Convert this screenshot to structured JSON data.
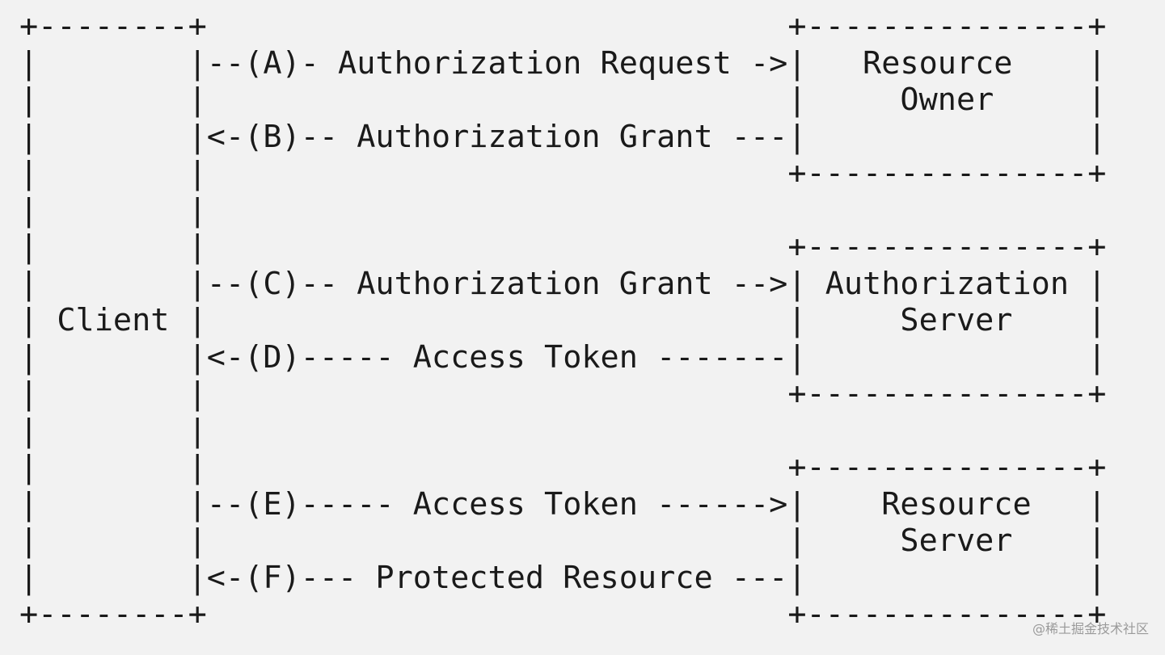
{
  "diagram": {
    "lines": [
      "+--------+                               +---------------+",
      "|        |--(A)- Authorization Request ->|   Resource    |",
      "|        |                               |     Owner     |",
      "|        |<-(B)-- Authorization Grant ---|               |",
      "|        |                               +---------------+",
      "|        |",
      "|        |                               +---------------+",
      "|        |--(C)-- Authorization Grant -->| Authorization |",
      "| Client |                               |     Server    |",
      "|        |<-(D)----- Access Token -------|               |",
      "|        |                               +---------------+",
      "|        |",
      "|        |                               +---------------+",
      "|        |--(E)----- Access Token ------>|    Resource   |",
      "|        |                               |     Server    |",
      "|        |<-(F)--- Protected Resource ---|               |",
      "+--------+                               +---------------+"
    ]
  },
  "watermark": "@稀土掘金技术社区"
}
